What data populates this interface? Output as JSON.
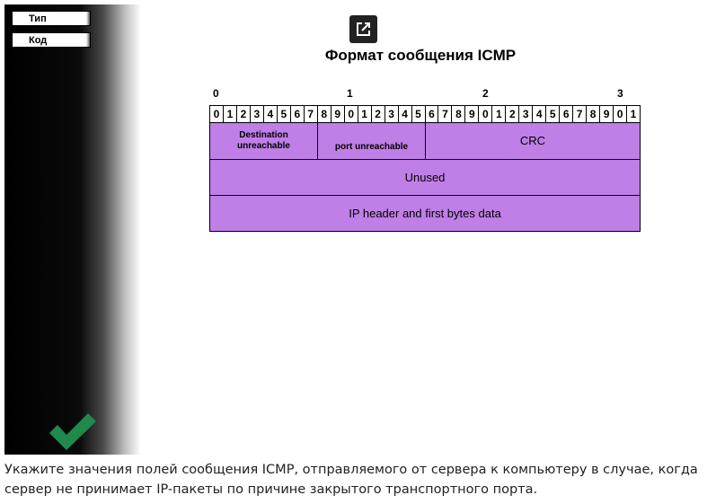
{
  "drag_options": {
    "type_label": "Тип",
    "code_label": "Код"
  },
  "icons": {
    "open_external": "external-link-icon",
    "correct": "checkmark-icon"
  },
  "diagram": {
    "title": "Формат сообщения ICMP",
    "tens": [
      "0",
      "1",
      "2",
      "3"
    ],
    "bits": [
      "0",
      "1",
      "2",
      "3",
      "4",
      "5",
      "6",
      "7",
      "8",
      "9",
      "0",
      "1",
      "2",
      "3",
      "4",
      "5",
      "6",
      "7",
      "8",
      "9",
      "0",
      "1",
      "2",
      "3",
      "4",
      "5",
      "6",
      "7",
      "8",
      "9",
      "0",
      "1"
    ],
    "type_field_line1": "Destination",
    "type_field_line2": "unreachable",
    "code_field": "port unreachable",
    "crc_field": "CRC",
    "unused_field": "Unused",
    "data_field": "IP header and first bytes data",
    "field_color": "#bf7fe6"
  },
  "question": {
    "line1": "Укажите значения полей сообщения ICMP, отправляемого от сервера к компьютеру в случае, когда",
    "line2": "сервер не принимает IP-пакеты по причине закрытого транспортного порта."
  },
  "colors": {
    "check": "#1f8a4c",
    "panel": "#000000"
  }
}
